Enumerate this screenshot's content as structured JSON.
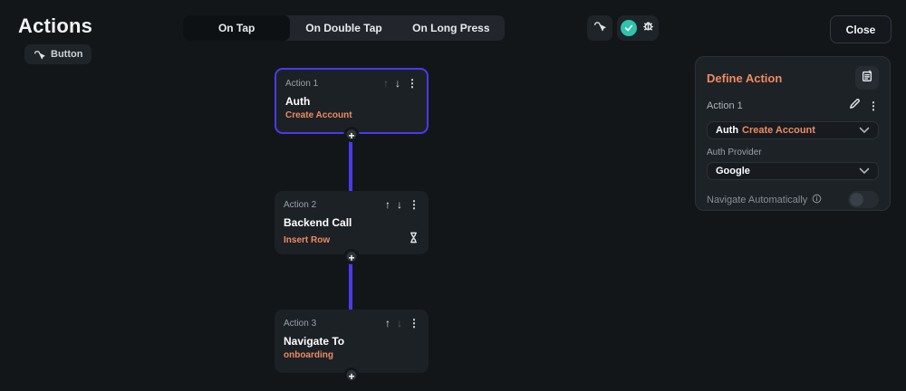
{
  "app": {
    "title": "Actions",
    "trigger_label": "Button",
    "close_label": "Close"
  },
  "tabs": [
    {
      "label": "On Tap",
      "selected": true
    },
    {
      "label": "On Double Tap",
      "selected": false
    },
    {
      "label": "On Long Press",
      "selected": false
    }
  ],
  "nodes": [
    {
      "label": "Action 1",
      "title": "Auth",
      "subtitle": "Create Account",
      "selected": true,
      "up_enabled": false,
      "down_enabled": true,
      "has_waiting_icon": false
    },
    {
      "label": "Action 2",
      "title": "Backend Call",
      "subtitle": "Insert Row",
      "selected": false,
      "up_enabled": true,
      "down_enabled": true,
      "has_waiting_icon": true
    },
    {
      "label": "Action 3",
      "title": "Navigate To",
      "subtitle": "onboarding",
      "selected": false,
      "up_enabled": true,
      "down_enabled": false,
      "has_waiting_icon": false
    }
  ],
  "panel": {
    "title": "Define Action",
    "action_label": "Action 1",
    "selected_action": {
      "type": "Auth",
      "detail": "Create Account"
    },
    "fields": [
      {
        "label": "Auth Provider",
        "value": "Google"
      }
    ],
    "toggle": {
      "label": "Navigate Automatically",
      "on": false
    }
  },
  "glyphs": {
    "plus": "+",
    "arrow_up": "↑",
    "arrow_down": "↓",
    "more": "⋮"
  },
  "colors": {
    "accent": "#4B39EF",
    "orange": "#EE8B60",
    "teal": "#2EC4AE"
  }
}
